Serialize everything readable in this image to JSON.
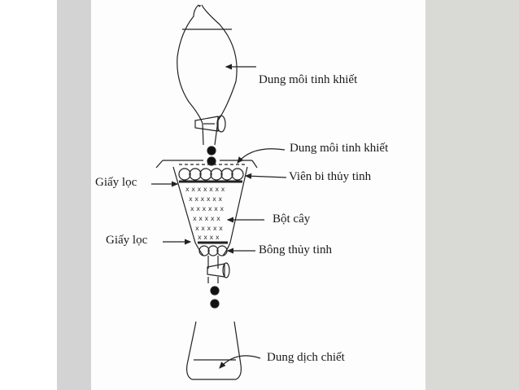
{
  "labels": {
    "solvent_top": "Dung môi tinh khiết",
    "solvent_mid": "Dung môi tinh khiết",
    "glass_beads": "Viên bi thủy tinh",
    "filter_paper_top": "Giấy lọc",
    "plant_powder": "Bột cây",
    "filter_paper_bottom": "Giấy lọc",
    "glass_wool": "Bông thủy tinh",
    "extract_solution": "Dung dịch chiết"
  }
}
